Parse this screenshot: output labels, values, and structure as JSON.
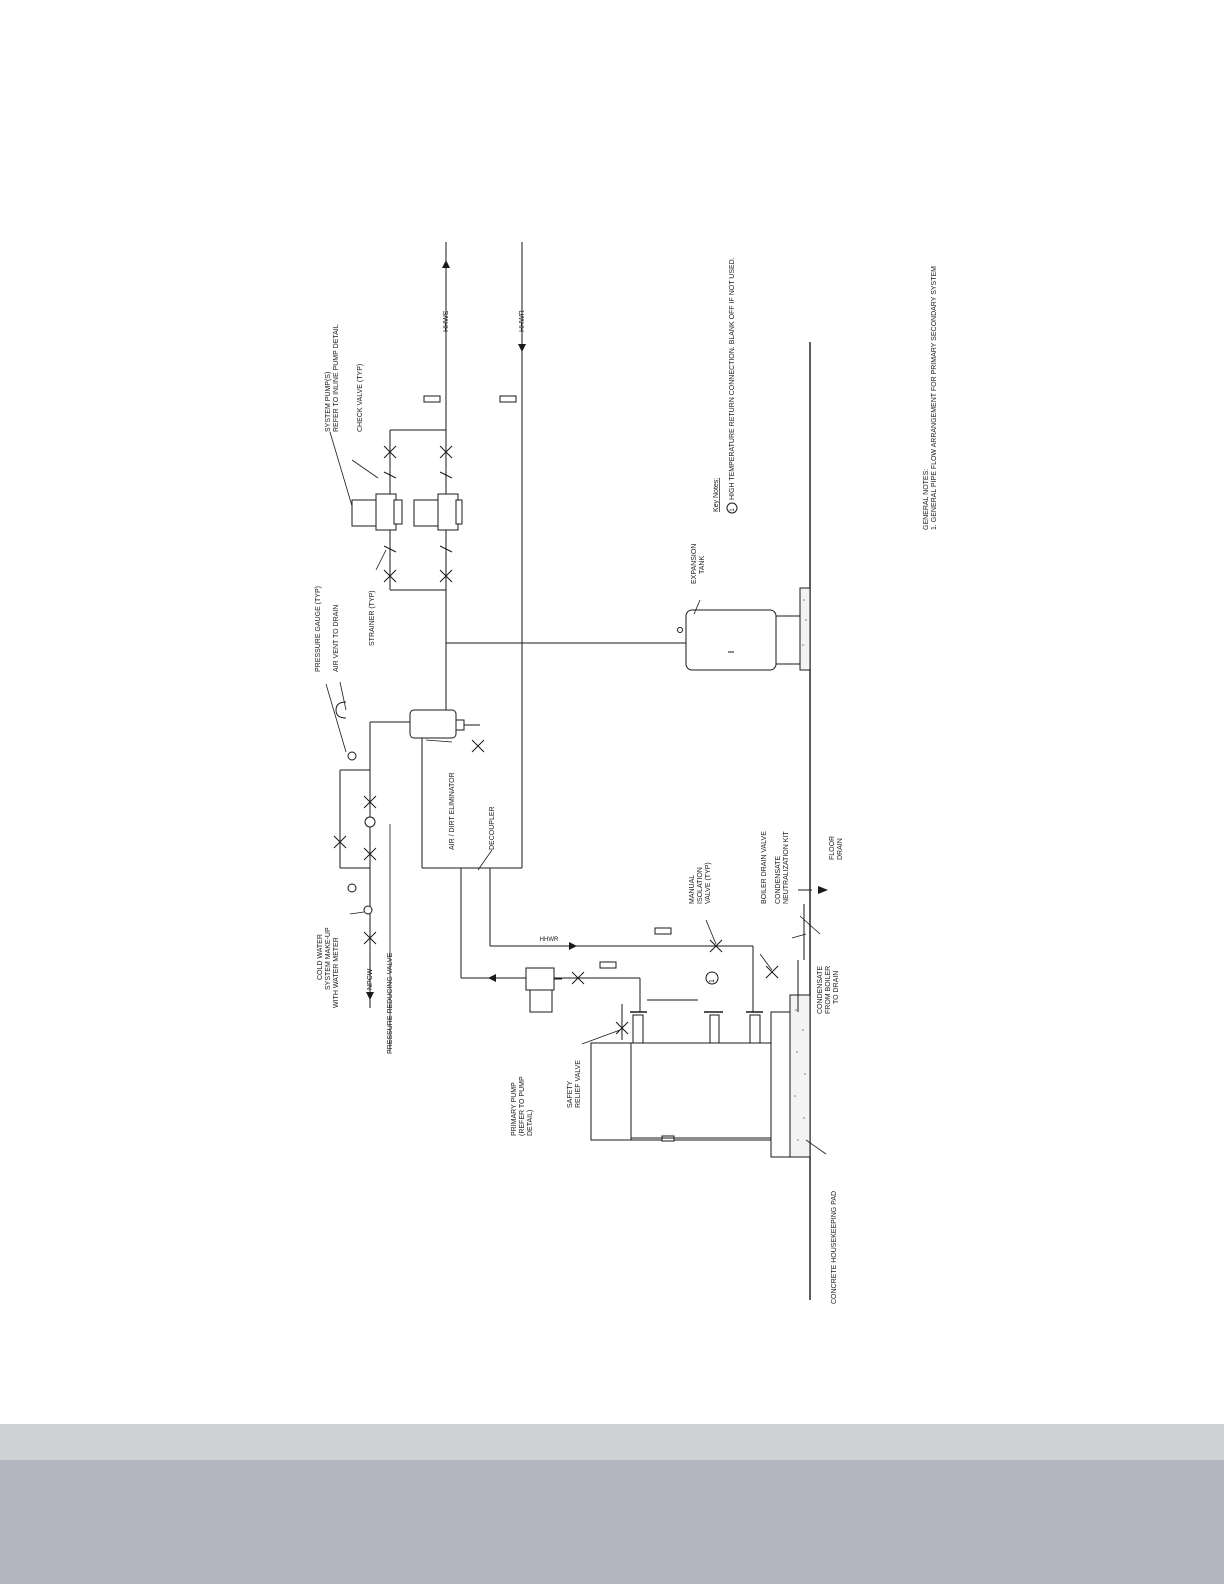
{
  "labels": {
    "system_pumps_1": "SYSTEM PUMP(S)",
    "system_pumps_2": "REFER TO INLINE PUMP DETAIL",
    "check_valve": "CHECK VALVE (TYP)",
    "hhws": "HHWS",
    "hhwr_top": "HHWR",
    "pressure_gauge": "PRESSURE GAUGE (TYP)",
    "air_vent": "AIR VENT TO DRAIN",
    "strainer": "STRAINER (TYP)",
    "cold_water_1": "COLD WATER",
    "cold_water_2": "SYSTEM MAKE-UP",
    "cold_water_3": "WITH WATER METER",
    "npcw": "NPCW",
    "prv": "PRESSURE REDUCING VALVE",
    "air_dirt": "AIR / DIRT ELIMINATOR",
    "decoupler": "DECOUPLER",
    "hhwr_bottom": "HHWR",
    "manual_iso_1": "MANUAL",
    "manual_iso_2": "ISOLATION",
    "manual_iso_3": "VALVE (TYP)",
    "boiler_drain": "BOILER DRAIN VALVE",
    "cond_kit_1": "CONDENSATE",
    "cond_kit_2": "NEUTRALIZATION KIT",
    "floor_drain_1": "FLOOR",
    "floor_drain_2": "DRAIN",
    "cond_boiler_1": "CONDENSATE",
    "cond_boiler_2": "FROM BOILER",
    "cond_boiler_3": "TO DRAIN",
    "primary_pump_1": "PRIMARY PUMP",
    "primary_pump_2": "(REFER TO PUMP",
    "primary_pump_3": "DETAIL)",
    "safety_relief_1": "SAFETY",
    "safety_relief_2": "RELIEF VALVE",
    "concrete_pad": "CONCRETE HOUSEKEEPING PAD",
    "expansion_tank_1": "EXPANSION",
    "expansion_tank_2": "TANK",
    "key_notes_title": "Key Notes:",
    "key_note_1": "HIGH TEMPERATURE RETURN CONNECTION. BLANK OFF IF NOT USED.",
    "key_note_marker": "1",
    "key_ref_marker": "1",
    "general_notes_title": "GENERAL NOTES:",
    "general_note_1": "1. GENERAL PIPE FLOW ARRANGEMENT FOR PRIMARY SECONDARY SYSTEM"
  },
  "colors": {
    "footer_light": "#cfd1d4",
    "footer_dark": "#b3b6c1",
    "line": "#1a1a1a"
  }
}
